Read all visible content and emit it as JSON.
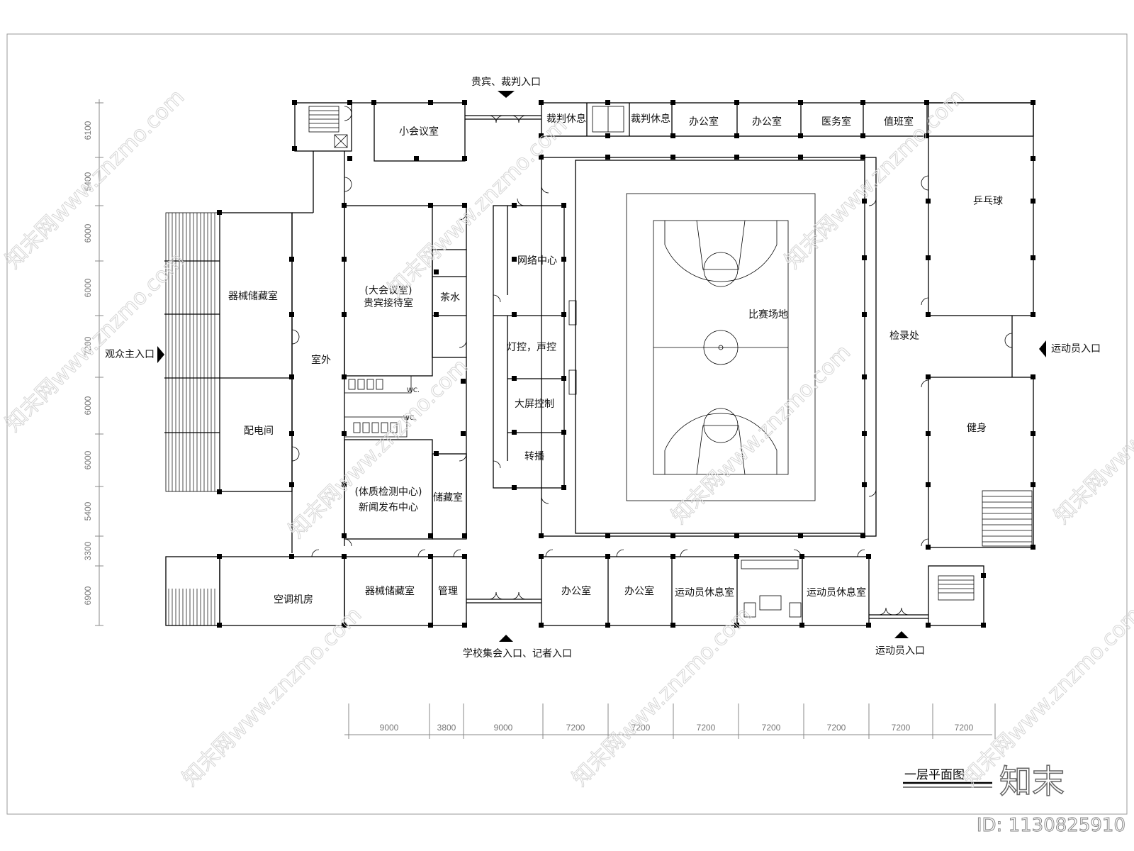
{
  "drawing_title": "一层平面图",
  "rooms": {
    "small_meeting": "小会议室",
    "referee_rest_1": "裁判休息",
    "referee_rest_2": "裁判休息",
    "office_1": "办公室",
    "office_2": "办公室",
    "medical": "医务室",
    "duty": "值班室",
    "table_tennis": "乒乓球",
    "storage_equipment_1": "器械储藏室",
    "power": "配电间",
    "outdoor": "室外",
    "big_meeting_a": "(大会议室)",
    "big_meeting_b": "贵宾接待室",
    "tea": "茶水",
    "network": "网络中心",
    "light_sound": "灯控，声控",
    "screen": "大屏控制",
    "broadcast": "转播",
    "arena": "比赛场地",
    "checkin": "检录处",
    "gym": "健身",
    "fitness_a": "(体质检测中心)",
    "fitness_b": "新闻发布中心",
    "storage": "储藏室",
    "ac_room": "空调机房",
    "storage_equipment_2": "器械储藏室",
    "manage": "管理",
    "office_3": "办公室",
    "office_4": "办公室",
    "athlete_rest_1": "运动员休息室",
    "athlete_rest_2": "运动员休息室",
    "wc_1": "WC.",
    "wc_2": "WC."
  },
  "entrances": {
    "vip": "贵宾、裁判入口",
    "audience": "观众主入口",
    "athlete_east": "运动员入口",
    "school": "学校集会入口、记者入口",
    "athlete_south": "运动员入口"
  },
  "dimensions": {
    "left": [
      "6100",
      "5400",
      "6000",
      "6000",
      "7200",
      "6000",
      "6000",
      "5400",
      "3300",
      "6900"
    ],
    "bottom": [
      "9000",
      "3800",
      "9000",
      "7200",
      "7200",
      "7200",
      "7200",
      "7200",
      "7200",
      "7200"
    ]
  },
  "watermark": {
    "text": "知末网www.znzmo.com",
    "brand": "知末",
    "id": "ID: 1130825910"
  }
}
